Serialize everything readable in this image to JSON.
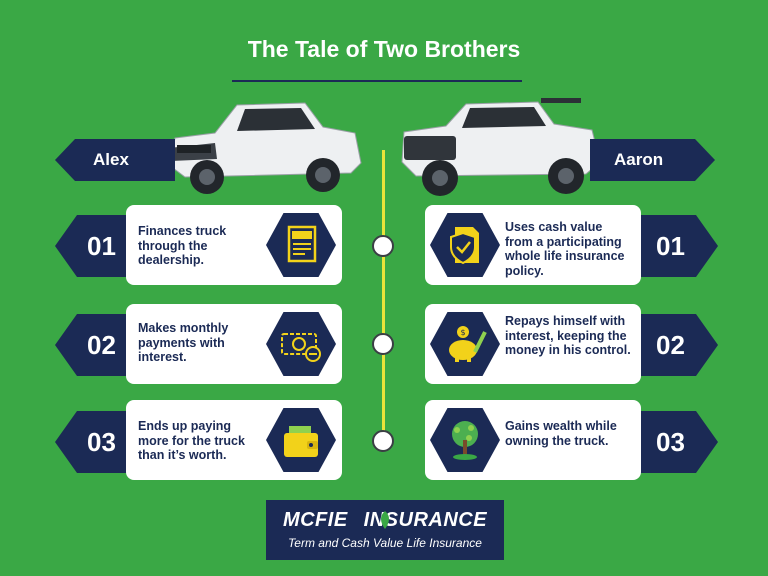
{
  "title": "The Tale of Two Brothers",
  "left": {
    "name": "Alex",
    "steps": [
      {
        "num": "01",
        "text": "Finances truck through the dealership.",
        "icon": "loan-document-icon"
      },
      {
        "num": "02",
        "text": "Makes monthly payments with interest.",
        "icon": "money-minus-icon"
      },
      {
        "num": "03",
        "text": "Ends up paying more for the truck than it’s worth.",
        "icon": "wallet-icon"
      }
    ]
  },
  "right": {
    "name": "Aaron",
    "steps": [
      {
        "num": "01",
        "text": "Uses cash value from a participating whole life insurance policy.",
        "icon": "insurance-policy-icon"
      },
      {
        "num": "02",
        "text": "Repays himself with interest, keeping the money in his control.",
        "icon": "piggy-bank-icon"
      },
      {
        "num": "03",
        "text": "Gains wealth while owning the truck.",
        "icon": "money-tree-icon"
      }
    ]
  },
  "logo": {
    "name_part1": "MCFIE",
    "name_part2": "INSURANCE",
    "tagline": "Term and Cash Value Life Insurance"
  },
  "colors": {
    "background": "#3aa845",
    "navy": "#1b2a55",
    "icon_yellow": "#f2d21a",
    "timeline": "#e9e33a"
  }
}
